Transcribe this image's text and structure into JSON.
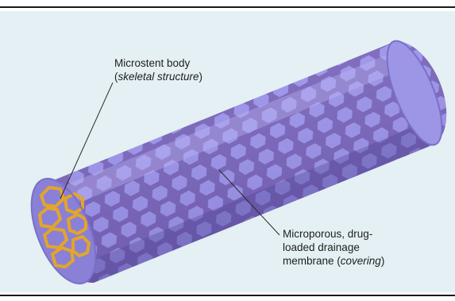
{
  "labels": {
    "body": {
      "line1": "Microstent body",
      "line2_open": "(",
      "line2_italic": "skeletal structure",
      "line2_close": ")"
    },
    "membrane": {
      "line1": "Microporous, drug-",
      "line2": "loaded drainage",
      "line3_prefix": "membrane (",
      "line3_italic": "covering",
      "line3_close": ")"
    }
  },
  "colors": {
    "background": "#e4f0f3",
    "tube": "#8f85d6",
    "lattice": "#6a4f9e",
    "strut_end": "#e3a52a",
    "rule": "#1a1a1a"
  }
}
